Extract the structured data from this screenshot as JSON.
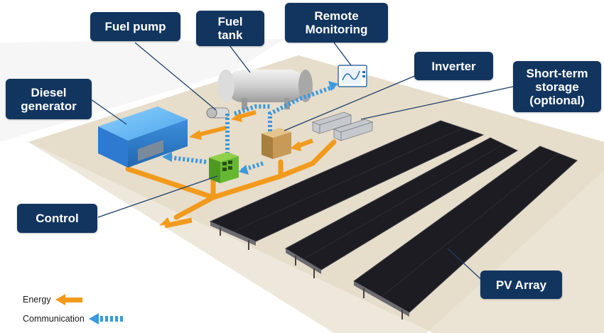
{
  "colors": {
    "label_bg": "#12355f",
    "energy": "#f29a1b",
    "communication": "#3b99de",
    "pv_panel": "#1c1c22",
    "ground": "#e6dccb"
  },
  "labels": {
    "fuel_pump": "Fuel pump",
    "fuel_tank": "Fuel\ntank",
    "remote_monitoring": "Remote\nMonitoring",
    "inverter": "Inverter",
    "short_term_storage": "Short-term\nstorage\n(optional)",
    "diesel_generator": "Diesel\ngenerator",
    "control": "Control",
    "pv_array": "PV Array"
  },
  "legend": {
    "energy": "Energy",
    "communication": "Communication"
  }
}
